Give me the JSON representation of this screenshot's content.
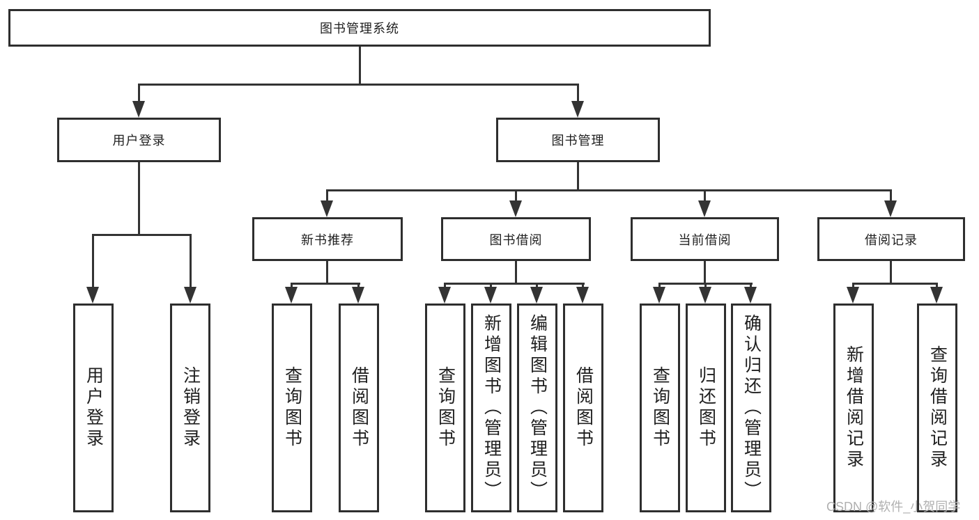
{
  "root": {
    "label": "图书管理系统"
  },
  "level2": {
    "user_login": "用户登录",
    "book_management": "图书管理"
  },
  "level3": {
    "new_book": "新书推荐",
    "book_borrow": "图书借阅",
    "current_borrow": "当前借阅",
    "borrow_record": "借阅记录"
  },
  "leaves": {
    "user_login": [
      "用户登录",
      "注销登录"
    ],
    "new_book": [
      "查询图书",
      "借阅图书"
    ],
    "book_borrow": [
      "查询图书",
      "新增图书（管理员）",
      "编辑图书（管理员）",
      "借阅图书"
    ],
    "current_borrow": [
      "查询图书",
      "归还图书",
      "确认归还（管理员）"
    ],
    "borrow_record": [
      "新增借阅记录",
      "查询借阅记录"
    ]
  },
  "watermark": "CSDN @软件_小贺同学",
  "colors": {
    "line": "#333333",
    "box_border": "#2e2e2e",
    "text": "#1f1f1f",
    "watermark": "#b0b0b0",
    "background": "#ffffff"
  }
}
